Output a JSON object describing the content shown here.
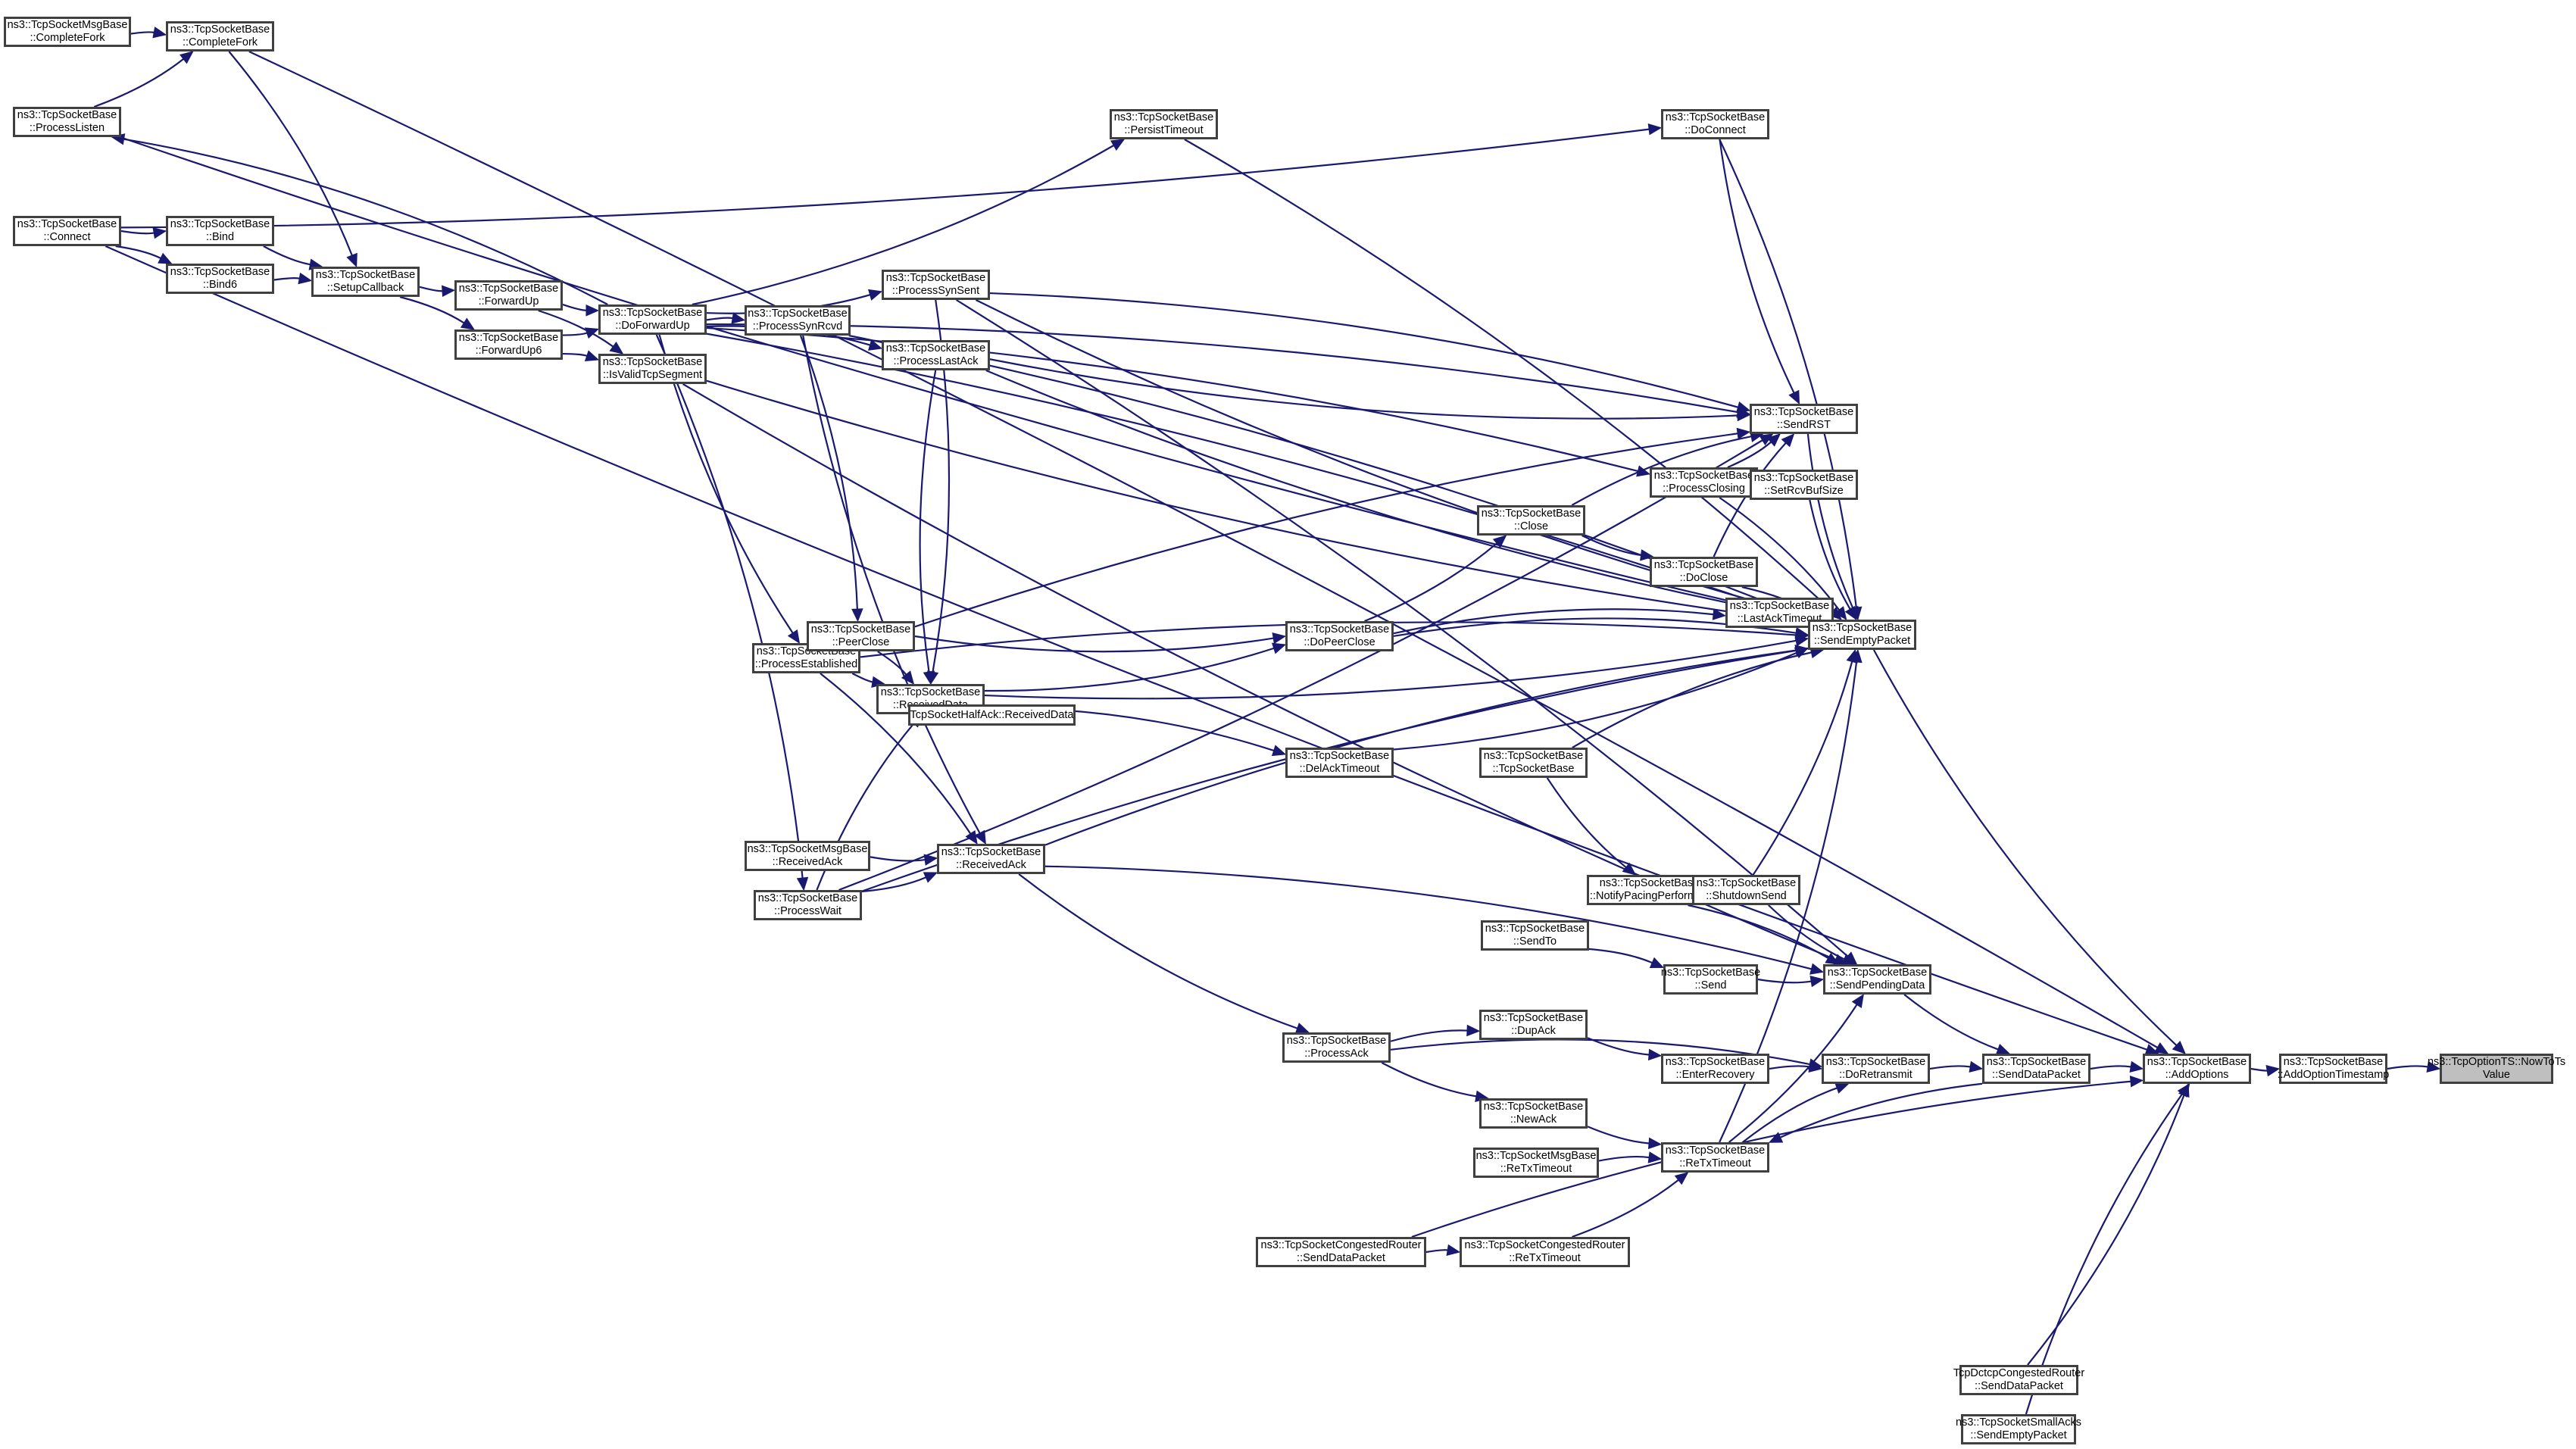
{
  "graph": {
    "type": "caller-graph",
    "root": "NowToTsValue",
    "edge_color": "#191970",
    "node_border_color": "#404040",
    "root_fill_color": "#bfbfbf",
    "nodes": [
      {
        "id": "MsgCompleteFork",
        "lines": [
          "ns3::TcpSocketMsgBase",
          "::CompleteFork"
        ]
      },
      {
        "id": "CompleteFork",
        "lines": [
          "ns3::TcpSocketBase",
          "::CompleteFork"
        ]
      },
      {
        "id": "ProcessListen",
        "lines": [
          "ns3::TcpSocketBase",
          "::ProcessListen"
        ]
      },
      {
        "id": "Connect",
        "lines": [
          "ns3::TcpSocketBase",
          "::Connect"
        ]
      },
      {
        "id": "Bind",
        "lines": [
          "ns3::TcpSocketBase",
          "::Bind"
        ]
      },
      {
        "id": "Bind6",
        "lines": [
          "ns3::TcpSocketBase",
          "::Bind6"
        ]
      },
      {
        "id": "SetupCallback",
        "lines": [
          "ns3::TcpSocketBase",
          "::SetupCallback"
        ]
      },
      {
        "id": "ForwardUp",
        "lines": [
          "ns3::TcpSocketBase",
          "::ForwardUp"
        ]
      },
      {
        "id": "ForwardUp6",
        "lines": [
          "ns3::TcpSocketBase",
          "::ForwardUp6"
        ]
      },
      {
        "id": "DoForwardUp",
        "lines": [
          "ns3::TcpSocketBase",
          "::DoForwardUp"
        ]
      },
      {
        "id": "IsValidTcpSegment",
        "lines": [
          "ns3::TcpSocketBase",
          "::IsValidTcpSegment"
        ]
      },
      {
        "id": "ProcessSynRcvd",
        "lines": [
          "ns3::TcpSocketBase",
          "::ProcessSynRcvd"
        ]
      },
      {
        "id": "ProcessSynSent",
        "lines": [
          "ns3::TcpSocketBase",
          "::ProcessSynSent"
        ]
      },
      {
        "id": "ProcessLastAck",
        "lines": [
          "ns3::TcpSocketBase",
          "::ProcessLastAck"
        ]
      },
      {
        "id": "PersistTimeout",
        "lines": [
          "ns3::TcpSocketBase",
          "::PersistTimeout"
        ]
      },
      {
        "id": "DoConnect",
        "lines": [
          "ns3::TcpSocketBase",
          "::DoConnect"
        ]
      },
      {
        "id": "SendRST",
        "lines": [
          "ns3::TcpSocketBase",
          "::SendRST"
        ]
      },
      {
        "id": "ProcessClosing",
        "lines": [
          "ns3::TcpSocketBase",
          "::ProcessClosing"
        ]
      },
      {
        "id": "SetRcvBufSize",
        "lines": [
          "ns3::TcpSocketBase",
          "::SetRcvBufSize"
        ]
      },
      {
        "id": "Close",
        "lines": [
          "ns3::TcpSocketBase",
          "::Close"
        ]
      },
      {
        "id": "DoClose",
        "lines": [
          "ns3::TcpSocketBase",
          "::DoClose"
        ]
      },
      {
        "id": "LastAckTimeout",
        "lines": [
          "ns3::TcpSocketBase",
          "::LastAckTimeout"
        ]
      },
      {
        "id": "SendEmptyPacket",
        "lines": [
          "ns3::TcpSocketBase",
          "::SendEmptyPacket"
        ]
      },
      {
        "id": "ProcessEstablished",
        "lines": [
          "ns3::TcpSocketBase",
          "::ProcessEstablished"
        ]
      },
      {
        "id": "PeerClose",
        "lines": [
          "ns3::TcpSocketBase",
          "::PeerClose"
        ]
      },
      {
        "id": "DoPeerClose",
        "lines": [
          "ns3::TcpSocketBase",
          "::DoPeerClose"
        ]
      },
      {
        "id": "ReceivedData",
        "lines": [
          "ns3::TcpSocketBase",
          "::ReceivedData"
        ]
      },
      {
        "id": "HalfAckReceivedData",
        "lines": [
          "TcpSocketHalfAck::ReceivedData"
        ]
      },
      {
        "id": "DelAckTimeout",
        "lines": [
          "ns3::TcpSocketBase",
          "::DelAckTimeout"
        ]
      },
      {
        "id": "Ctor",
        "lines": [
          "ns3::TcpSocketBase",
          "::TcpSocketBase"
        ]
      },
      {
        "id": "MsgReceivedAck",
        "lines": [
          "ns3::TcpSocketMsgBase",
          "::ReceivedAck"
        ]
      },
      {
        "id": "ReceivedAck",
        "lines": [
          "ns3::TcpSocketBase",
          "::ReceivedAck"
        ]
      },
      {
        "id": "ProcessWait",
        "lines": [
          "ns3::TcpSocketBase",
          "::ProcessWait"
        ]
      },
      {
        "id": "NotifyPacingPerformed",
        "lines": [
          "ns3::TcpSocketBase",
          "::NotifyPacingPerformed"
        ]
      },
      {
        "id": "ShutdownSend",
        "lines": [
          "ns3::TcpSocketBase",
          "::ShutdownSend"
        ]
      },
      {
        "id": "SendTo",
        "lines": [
          "ns3::TcpSocketBase",
          "::SendTo"
        ]
      },
      {
        "id": "Send",
        "lines": [
          "ns3::TcpSocketBase",
          "::Send"
        ]
      },
      {
        "id": "SendPendingData",
        "lines": [
          "ns3::TcpSocketBase",
          "::SendPendingData"
        ]
      },
      {
        "id": "ProcessAck",
        "lines": [
          "ns3::TcpSocketBase",
          "::ProcessAck"
        ]
      },
      {
        "id": "DupAck",
        "lines": [
          "ns3::TcpSocketBase",
          "::DupAck"
        ]
      },
      {
        "id": "EnterRecovery",
        "lines": [
          "ns3::TcpSocketBase",
          "::EnterRecovery"
        ]
      },
      {
        "id": "DoRetransmit",
        "lines": [
          "ns3::TcpSocketBase",
          "::DoRetransmit"
        ]
      },
      {
        "id": "SendDataPacket",
        "lines": [
          "ns3::TcpSocketBase",
          "::SendDataPacket"
        ]
      },
      {
        "id": "AddOptions",
        "lines": [
          "ns3::TcpSocketBase",
          "::AddOptions"
        ]
      },
      {
        "id": "AddOptionTimestamp",
        "lines": [
          "ns3::TcpSocketBase",
          "::AddOptionTimestamp"
        ]
      },
      {
        "id": "NowToTsValue",
        "lines": [
          "ns3::TcpOptionTS::NowToTs",
          "Value"
        ],
        "root": true
      },
      {
        "id": "NewAck",
        "lines": [
          "ns3::TcpSocketBase",
          "::NewAck"
        ]
      },
      {
        "id": "MsgReTxTimeout",
        "lines": [
          "ns3::TcpSocketMsgBase",
          "::ReTxTimeout"
        ]
      },
      {
        "id": "ReTxTimeout",
        "lines": [
          "ns3::TcpSocketBase",
          "::ReTxTimeout"
        ]
      },
      {
        "id": "CRSendDataPacket",
        "lines": [
          "ns3::TcpSocketCongestedRouter",
          "::SendDataPacket"
        ]
      },
      {
        "id": "CRReTxTimeout",
        "lines": [
          "ns3::TcpSocketCongestedRouter",
          "::ReTxTimeout"
        ]
      },
      {
        "id": "DctcpSendDataPacket",
        "lines": [
          "TcpDctcpCongestedRouter",
          "::SendDataPacket"
        ]
      },
      {
        "id": "SmallAcksSendEmptyPacket",
        "lines": [
          "ns3::TcpSocketSmallAcks",
          "::SendEmptyPacket"
        ]
      }
    ],
    "edges": [
      [
        "MsgCompleteFork",
        "CompleteFork"
      ],
      [
        "ProcessListen",
        "CompleteFork"
      ],
      [
        "CompleteFork",
        "SetupCallback"
      ],
      [
        "Connect",
        "Bind"
      ],
      [
        "Connect",
        "Bind6"
      ],
      [
        "Bind",
        "SetupCallback"
      ],
      [
        "Bind6",
        "SetupCallback"
      ],
      [
        "SetupCallback",
        "ForwardUp"
      ],
      [
        "SetupCallback",
        "ForwardUp6"
      ],
      [
        "ForwardUp",
        "DoForwardUp"
      ],
      [
        "ForwardUp",
        "IsValidTcpSegment"
      ],
      [
        "ForwardUp6",
        "DoForwardUp"
      ],
      [
        "ForwardUp6",
        "IsValidTcpSegment"
      ],
      [
        "DoForwardUp",
        "ProcessListen"
      ],
      [
        "DoForwardUp",
        "ProcessSynRcvd"
      ],
      [
        "DoForwardUp",
        "ProcessSynSent"
      ],
      [
        "DoForwardUp",
        "ProcessLastAck"
      ],
      [
        "DoForwardUp",
        "PersistTimeout"
      ],
      [
        "DoForwardUp",
        "ProcessClosing"
      ],
      [
        "DoForwardUp",
        "ProcessEstablished"
      ],
      [
        "DoForwardUp",
        "ProcessWait"
      ],
      [
        "Connect",
        "DoConnect"
      ],
      [
        "ProcessSynRcvd",
        "PeerClose"
      ],
      [
        "ProcessSynRcvd",
        "ReceivedAck"
      ],
      [
        "ProcessSynSent",
        "ReceivedData"
      ],
      [
        "ProcessLastAck",
        "ReceivedData"
      ],
      [
        "ProcessEstablished",
        "PeerClose"
      ],
      [
        "ProcessEstablished",
        "ReceivedData"
      ],
      [
        "ProcessEstablished",
        "ReceivedAck"
      ],
      [
        "ProcessWait",
        "ReceivedAck"
      ],
      [
        "ProcessWait",
        "ReceivedData"
      ],
      [
        "MsgReceivedAck",
        "ReceivedAck"
      ],
      [
        "HalfAckReceivedData",
        "ReceivedData"
      ],
      [
        "PeerClose",
        "DoPeerClose"
      ],
      [
        "PeerClose",
        "ReceivedData"
      ],
      [
        "ReceivedData",
        "DoPeerClose"
      ],
      [
        "ReceivedData",
        "DelAckTimeout"
      ],
      [
        "DoPeerClose",
        "Close"
      ],
      [
        "DoPeerClose",
        "LastAckTimeout"
      ],
      [
        "Close",
        "DoClose"
      ],
      [
        "Close",
        "SendRST"
      ],
      [
        "ProcessClosing",
        "SendRST"
      ],
      [
        "DoClose",
        "SendRST"
      ],
      [
        "DoConnect",
        "SendRST"
      ],
      [
        "ProcessSynSent",
        "SendRST"
      ],
      [
        "ProcessLastAck",
        "SendRST"
      ],
      [
        "ProcessEstablished",
        "SendRST"
      ],
      [
        "ProcessWait",
        "SendRST"
      ],
      [
        "DoForwardUp",
        "SendRST"
      ],
      [
        "Ctor",
        "NotifyPacingPerformed"
      ],
      [
        "NotifyPacingPerformed",
        "SendPendingData"
      ],
      [
        "ShutdownSend",
        "SendPendingData"
      ],
      [
        "SendTo",
        "Send"
      ],
      [
        "Send",
        "SendPendingData"
      ],
      [
        "ReceivedAck",
        "SendPendingData"
      ],
      [
        "ReceivedAck",
        "ProcessAck"
      ],
      [
        "ProcessSynSent",
        "SendPendingData"
      ],
      [
        "IsValidTcpSegment",
        "SendPendingData"
      ],
      [
        "ProcessAck",
        "DupAck"
      ],
      [
        "ProcessAck",
        "NewAck"
      ],
      [
        "ProcessAck",
        "DoRetransmit"
      ],
      [
        "DupAck",
        "EnterRecovery"
      ],
      [
        "EnterRecovery",
        "DoRetransmit"
      ],
      [
        "NewAck",
        "ReTxTimeout"
      ],
      [
        "MsgReTxTimeout",
        "ReTxTimeout"
      ],
      [
        "CRReTxTimeout",
        "ReTxTimeout"
      ],
      [
        "CRSendDataPacket",
        "CRReTxTimeout"
      ],
      [
        "ReTxTimeout",
        "SendPendingData"
      ],
      [
        "ReTxTimeout",
        "DoRetransmit"
      ],
      [
        "SendDataPacket",
        "ReTxTimeout"
      ],
      [
        "DoRetransmit",
        "SendDataPacket"
      ],
      [
        "SendPendingData",
        "SendDataPacket"
      ],
      [
        "SendDataPacket",
        "AddOptions"
      ],
      [
        "AddOptions",
        "AddOptionTimestamp"
      ],
      [
        "AddOptionTimestamp",
        "NowToTsValue"
      ],
      [
        "SendRST",
        "SendEmptyPacket"
      ],
      [
        "ProcessClosing",
        "SendEmptyPacket"
      ],
      [
        "SetRcvBufSize",
        "SendEmptyPacket"
      ],
      [
        "DoClose",
        "SendEmptyPacket"
      ],
      [
        "LastAckTimeout",
        "SendEmptyPacket"
      ],
      [
        "DoPeerClose",
        "SendEmptyPacket"
      ],
      [
        "ReceivedData",
        "SendEmptyPacket"
      ],
      [
        "Ctor",
        "SendEmptyPacket"
      ],
      [
        "DelAckTimeout",
        "SendEmptyPacket"
      ],
      [
        "ProcessEstablished",
        "SendEmptyPacket"
      ],
      [
        "ShutdownSend",
        "SendEmptyPacket"
      ],
      [
        "DoConnect",
        "SendEmptyPacket"
      ],
      [
        "ProcessSynSent",
        "SendEmptyPacket"
      ],
      [
        "ProcessSynRcvd",
        "SendEmptyPacket"
      ],
      [
        "ProcessLastAck",
        "SendEmptyPacket"
      ],
      [
        "PersistTimeout",
        "SendEmptyPacket"
      ],
      [
        "ProcessListen",
        "SendEmptyPacket"
      ],
      [
        "DoForwardUp",
        "SendEmptyPacket"
      ],
      [
        "ReTxTimeout",
        "SendEmptyPacket"
      ],
      [
        "ProcessWait",
        "SendEmptyPacket"
      ],
      [
        "IsValidTcpSegment",
        "SendEmptyPacket"
      ],
      [
        "ReceivedAck",
        "SendEmptyPacket"
      ],
      [
        "SendEmptyPacket",
        "AddOptions"
      ],
      [
        "CompleteFork",
        "AddOptions"
      ],
      [
        "Connect",
        "AddOptions"
      ],
      [
        "CRSendDataPacket",
        "AddOptions"
      ],
      [
        "DctcpSendDataPacket",
        "AddOptions"
      ],
      [
        "SmallAcksSendEmptyPacket",
        "AddOptions"
      ]
    ]
  }
}
